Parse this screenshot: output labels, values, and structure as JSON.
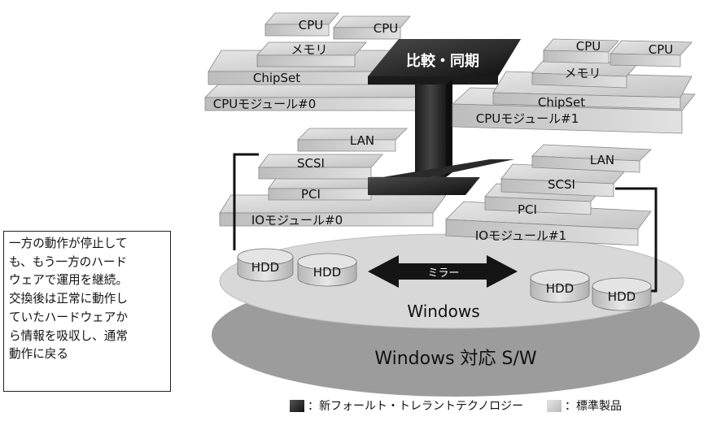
{
  "modules": {
    "cpu_module_0": {
      "cpus": [
        "CPU",
        "CPU"
      ],
      "memory": "メモリ",
      "chipset": "ChipSet",
      "label": "CPUモジュール#0"
    },
    "cpu_module_1": {
      "cpus": [
        "CPU",
        "CPU"
      ],
      "memory": "メモリ",
      "chipset": "ChipSet",
      "label": "CPUモジュール#1"
    },
    "io_module_0": {
      "lan": "LAN",
      "scsi": "SCSI",
      "pci": "PCI",
      "label": "IOモジュール#0"
    },
    "io_module_1": {
      "lan": "LAN",
      "scsi": "SCSI",
      "pci": "PCI",
      "label": "IOモジュール#1"
    }
  },
  "bridge": {
    "label": "比較・同期"
  },
  "disks": {
    "labels": [
      "HDD",
      "HDD",
      "HDD",
      "HDD"
    ],
    "mirror_label": "ミラー"
  },
  "os": {
    "windows": "Windows",
    "windows_sw": "Windows 対応 S/W"
  },
  "note": {
    "lines": [
      "一方の動作が停止して",
      "も、もう一方のハード",
      "ウェアで運用を継続。",
      "交換後は正常に動作し",
      "ていたハードウェアか",
      "ら情報を吸収し、通常",
      "動作に戻る"
    ]
  },
  "legend": {
    "new_ft": {
      "label": "：新フォールト・トレラントテクノロジー",
      "color": "#2a2a2a"
    },
    "standard": {
      "label": "：標準製品",
      "color": "#cfcfcf"
    }
  },
  "colors": {
    "dark": "#2b2b2b",
    "light": "#d2d2d2",
    "ellipse_light": "#d6d6d6",
    "ellipse_dark": "#9a9a9a"
  }
}
